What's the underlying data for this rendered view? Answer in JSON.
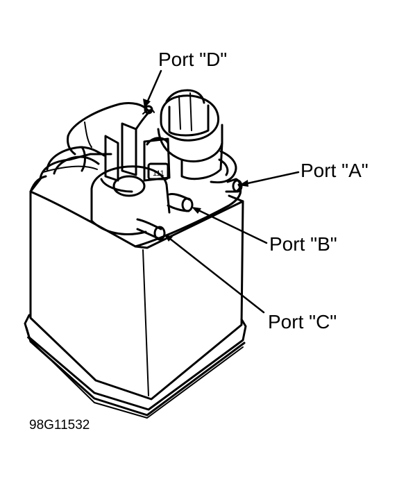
{
  "diagram": {
    "labels": {
      "port_a": "Port \"A\"",
      "port_b": "Port \"B\"",
      "port_c": "Port \"C\"",
      "port_d": "Port \"D\""
    },
    "figure_id": "98G11532",
    "connector_mark": "111"
  }
}
